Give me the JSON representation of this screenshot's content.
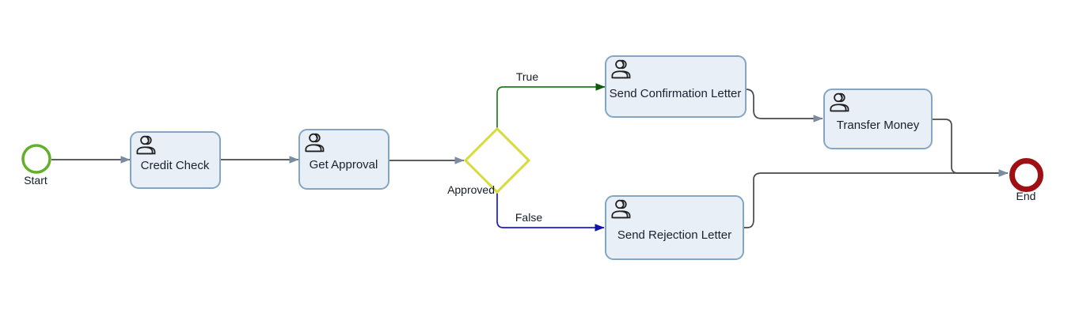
{
  "diagram": {
    "type": "bpmn-process",
    "background": "#ffffff",
    "nodes": [
      {
        "id": "start",
        "type": "start-event",
        "label": "Start"
      },
      {
        "id": "credit-check",
        "type": "user-task",
        "label": "Credit Check"
      },
      {
        "id": "get-approval",
        "type": "user-task",
        "label": "Get Approval"
      },
      {
        "id": "approved",
        "type": "exclusive-gateway",
        "label": "Approved"
      },
      {
        "id": "send-confirmation-letter",
        "type": "user-task",
        "label": "Send Confirmation Letter"
      },
      {
        "id": "transfer-money",
        "type": "user-task",
        "label": "Transfer Money"
      },
      {
        "id": "send-rejection-letter",
        "type": "user-task",
        "label": "Send Rejection Letter"
      },
      {
        "id": "end",
        "type": "end-event",
        "label": "End"
      }
    ],
    "edges": [
      {
        "from": "start",
        "to": "credit-check",
        "label": ""
      },
      {
        "from": "credit-check",
        "to": "get-approval",
        "label": ""
      },
      {
        "from": "get-approval",
        "to": "approved",
        "label": ""
      },
      {
        "from": "approved",
        "to": "send-confirmation-letter",
        "label": "True"
      },
      {
        "from": "approved",
        "to": "send-rejection-letter",
        "label": "False"
      },
      {
        "from": "send-confirmation-letter",
        "to": "transfer-money",
        "label": ""
      },
      {
        "from": "transfer-money",
        "to": "end",
        "label": ""
      },
      {
        "from": "send-rejection-letter",
        "to": "end",
        "label": ""
      }
    ],
    "colors": {
      "task_fill": "#e9eff7",
      "task_border": "#85a6c3",
      "start_event": "#62b02a",
      "end_event": "#9e1014",
      "gateway": "#d6da3a",
      "flow_line": "#46494d",
      "flow_arrowhead": "#7b8ba0",
      "true_flow": "#1e7e1e",
      "true_arrowhead": "#0f5a0f",
      "false_flow": "#1b1bd1",
      "false_arrowhead": "#1212a8",
      "label_text": "#18222e"
    }
  }
}
